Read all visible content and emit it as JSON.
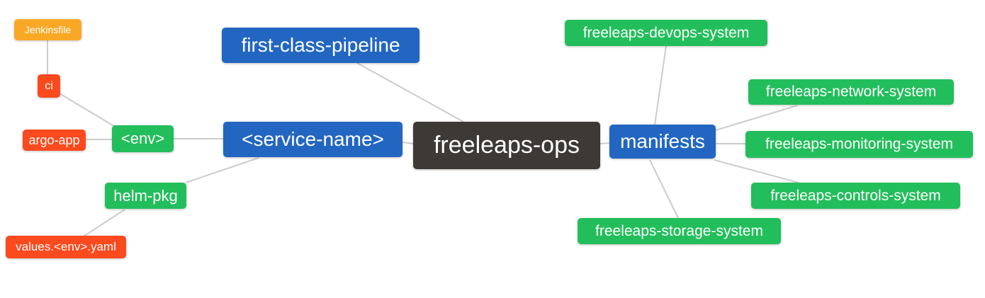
{
  "colors": {
    "blue": "#2266C2",
    "green": "#22BE5B",
    "red": "#FB4A1E",
    "orange": "#F9A826",
    "dark": "#3D3936",
    "edge": "#CCCCCC",
    "text": "#FFFFFF",
    "background": "#FFFFFF"
  },
  "nodes": [
    {
      "id": "jenkinsfile",
      "label": "Jenkinsfile",
      "color": "orange"
    },
    {
      "id": "ci",
      "label": "ci",
      "color": "red"
    },
    {
      "id": "argo-app",
      "label": "argo-app",
      "color": "red"
    },
    {
      "id": "env",
      "label": "<env>",
      "color": "green"
    },
    {
      "id": "helm-pkg",
      "label": "helm-pkg",
      "color": "green"
    },
    {
      "id": "values-env-yaml",
      "label": "values.<env>.yaml",
      "color": "red"
    },
    {
      "id": "first-class-pipeline",
      "label": "first-class-pipeline",
      "color": "blue"
    },
    {
      "id": "service-name",
      "label": "<service-name>",
      "color": "blue"
    },
    {
      "id": "freeleaps-ops",
      "label": "freeleaps-ops",
      "color": "dark"
    },
    {
      "id": "manifests",
      "label": "manifests",
      "color": "blue"
    },
    {
      "id": "devops-system",
      "label": "freeleaps-devops-system",
      "color": "green"
    },
    {
      "id": "network-system",
      "label": "freeleaps-network-system",
      "color": "green"
    },
    {
      "id": "monitoring-system",
      "label": "freeleaps-monitoring-system",
      "color": "green"
    },
    {
      "id": "controls-system",
      "label": "freeleaps-controls-system",
      "color": "green"
    },
    {
      "id": "storage-system",
      "label": "freeleaps-storage-system",
      "color": "green"
    }
  ],
  "edges": [
    {
      "from": "jenkinsfile",
      "to": "ci"
    },
    {
      "from": "ci",
      "to": "env"
    },
    {
      "from": "argo-app",
      "to": "env"
    },
    {
      "from": "env",
      "to": "service-name"
    },
    {
      "from": "service-name",
      "to": "helm-pkg"
    },
    {
      "from": "helm-pkg",
      "to": "values-env-yaml"
    },
    {
      "from": "first-class-pipeline",
      "to": "freeleaps-ops"
    },
    {
      "from": "service-name",
      "to": "freeleaps-ops"
    },
    {
      "from": "freeleaps-ops",
      "to": "manifests"
    },
    {
      "from": "manifests",
      "to": "devops-system"
    },
    {
      "from": "manifests",
      "to": "network-system"
    },
    {
      "from": "manifests",
      "to": "monitoring-system"
    },
    {
      "from": "manifests",
      "to": "controls-system"
    },
    {
      "from": "manifests",
      "to": "storage-system"
    }
  ]
}
